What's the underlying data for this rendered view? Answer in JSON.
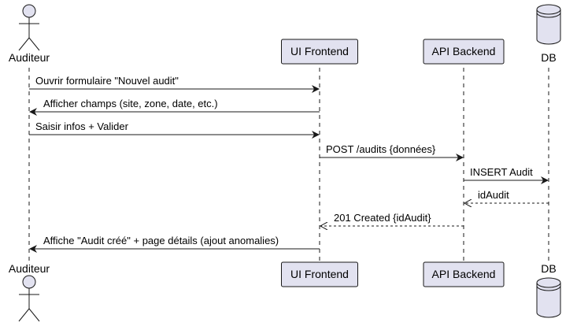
{
  "diagram": {
    "type": "sequence",
    "participants": [
      {
        "id": "auditeur",
        "name": "Auditeur",
        "kind": "actor"
      },
      {
        "id": "ui",
        "name": "UI Frontend",
        "kind": "participant"
      },
      {
        "id": "api",
        "name": "API Backend",
        "kind": "participant"
      },
      {
        "id": "db",
        "name": "DB",
        "kind": "database"
      }
    ],
    "messages": [
      {
        "from": "auditeur",
        "to": "ui",
        "text": "Ouvrir formulaire \"Nouvel audit\"",
        "style": "solid"
      },
      {
        "from": "ui",
        "to": "auditeur",
        "text": "Afficher champs (site, zone, date, etc.)",
        "style": "solid"
      },
      {
        "from": "auditeur",
        "to": "ui",
        "text": "Saisir infos + Valider",
        "style": "solid"
      },
      {
        "from": "ui",
        "to": "api",
        "text": "POST /audits {données}",
        "style": "solid"
      },
      {
        "from": "api",
        "to": "db",
        "text": "INSERT Audit",
        "style": "solid"
      },
      {
        "from": "db",
        "to": "api",
        "text": "idAudit",
        "style": "dashed"
      },
      {
        "from": "api",
        "to": "ui",
        "text": "201 Created {idAudit}",
        "style": "dashed"
      },
      {
        "from": "ui",
        "to": "auditeur",
        "text": "Affiche \"Audit créé\" + page détails (ajout anomalies)",
        "style": "solid"
      }
    ],
    "colors": {
      "box_fill": "#e2e2f0",
      "box_stroke": "#181818",
      "lifeline": "#181818",
      "arrow": "#181818"
    }
  }
}
